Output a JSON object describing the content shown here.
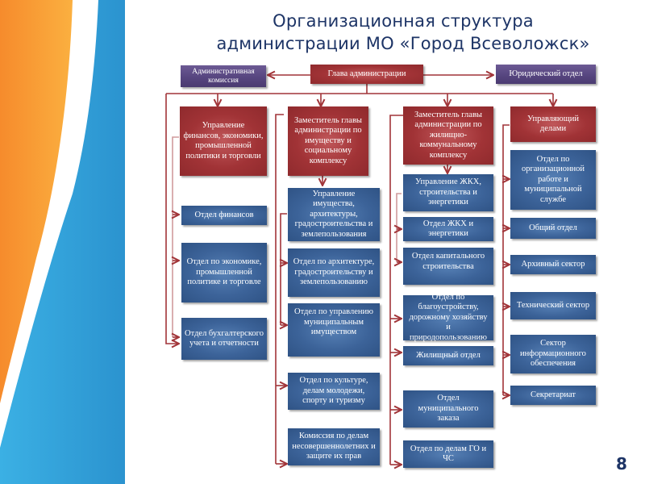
{
  "title": {
    "line1": "Организационная структура",
    "line2": "администрации МО «Город Всеволожск»"
  },
  "page_number": "8",
  "colors": {
    "head_red": "#a13336",
    "dept_blue": "#3c6399",
    "side_purple": "#574680",
    "connector": "#a13438",
    "title_navy": "#1d3466",
    "deco_orange": "#f79a34",
    "deco_blue": "#34a0d8"
  },
  "top": {
    "head": "Глава администрации",
    "admin_commission": "Административная комиссия",
    "legal": "Юридический отдел"
  },
  "columns": [
    {
      "head": "Управление финансов, экономики, промышленной политики и торговли",
      "children": [
        "Отдел финансов",
        "Отдел по экономике, промышленной политике и торговле",
        "Отдел бухгалтерского учета и отчетности"
      ]
    },
    {
      "head": "Заместитель главы администрации по имуществу и социальному комплексу",
      "children": [
        "Управление имущества, архитектуры, градостроительства и землепользования",
        "Отдел по архитектуре, градостроительству и землепользованию",
        "Отдел по управлению муниципальным имуществом",
        "Отдел по культуре, делам молодежи, спорту и туризму",
        "Комиссия по делам несовершеннолетних и защите их прав"
      ]
    },
    {
      "head": "Заместитель главы администрации по жилищно-коммунальному комплексу",
      "children": [
        "Управление ЖКХ, строительства и энергетики",
        "Отдел ЖКХ и энергетики",
        "Отдел капитального строительства",
        "Отдел по благоустройству, дорожному хозяйству и природопользованию",
        "Жилищный отдел",
        "Отдел муниципального заказа",
        "Отдел по делам ГО и ЧС"
      ]
    },
    {
      "head": "Управляющий делами",
      "children": [
        "Отдел по организационной работе и муниципальной службе",
        "Общий отдел",
        "Архивный сектор",
        "Технический сектор",
        "Сектор информационного обеспечения",
        "Секретариат"
      ]
    }
  ]
}
